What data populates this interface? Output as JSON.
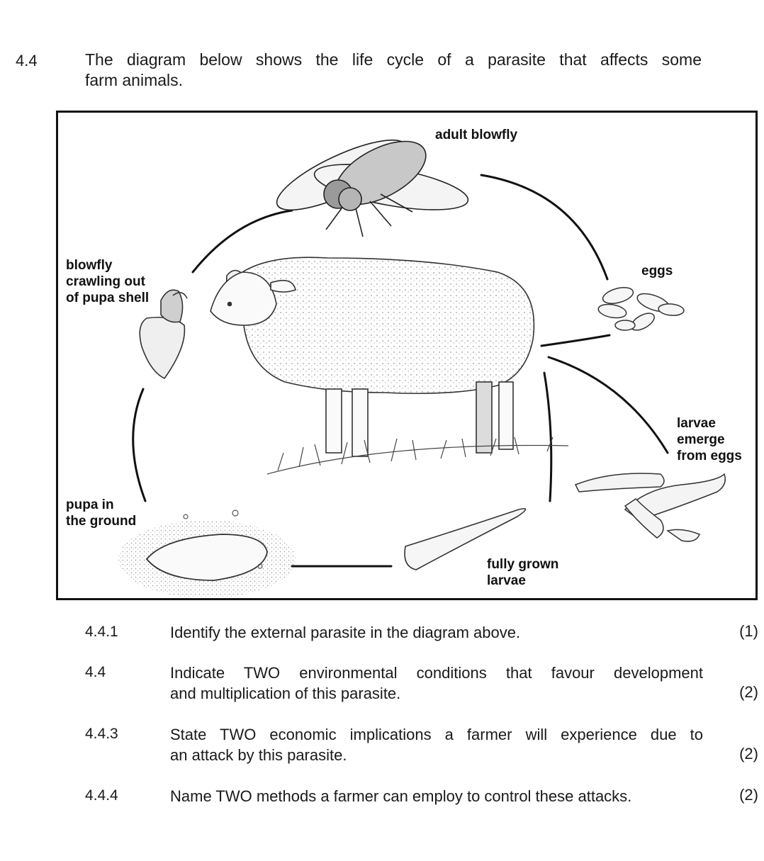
{
  "question": {
    "number": "4.4",
    "intro_line1": "The diagram below shows the life cycle of a parasite that affects some",
    "intro_line2": "farm animals."
  },
  "diagram": {
    "labels": {
      "adult_blowfly": "adult blowfly",
      "eggs": "eggs",
      "larvae_emerge_1": "larvae",
      "larvae_emerge_2": "emerge",
      "larvae_emerge_3": "from eggs",
      "fully_grown_1": "fully grown",
      "fully_grown_2": "larvae",
      "pupa_1": "pupa in",
      "pupa_2": "the ground",
      "crawling_1": "blowfly",
      "crawling_2": "crawling out",
      "crawling_3": "of pupa shell"
    }
  },
  "subquestions": [
    {
      "number": "4.4.1",
      "line1": "Identify the external parasite in the diagram above.",
      "line2": "",
      "marks": "(1)"
    },
    {
      "number": "4.4",
      "line1": "Indicate TWO environmental conditions that favour development",
      "line2": "and multiplication of this parasite.",
      "marks": "(2)"
    },
    {
      "number": "4.4.3",
      "line1": "State TWO economic implications a farmer will experience due to",
      "line2": "an attack by this parasite.",
      "marks": "(2)"
    },
    {
      "number": "4.4.4",
      "line1": "Name TWO methods a farmer can employ to control these attacks.",
      "line2": "",
      "marks": "(2)"
    }
  ]
}
